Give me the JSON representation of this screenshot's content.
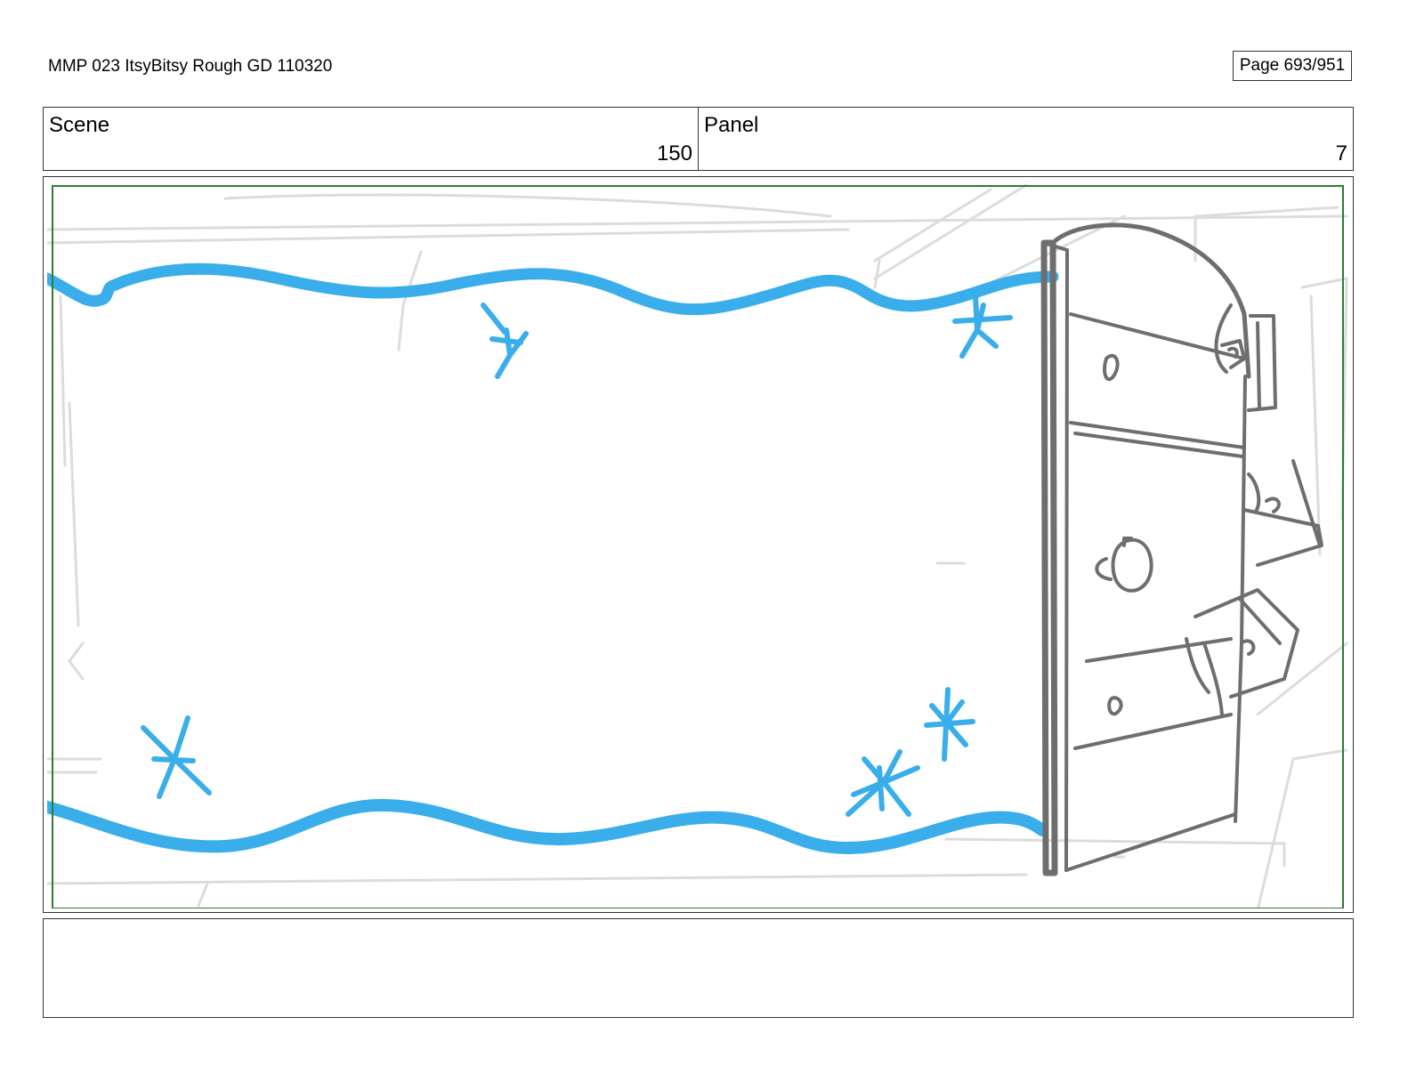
{
  "header": {
    "document_title": "MMP 023 ItsyBitsy Rough GD 110320",
    "page_label": "Page 693/951"
  },
  "info": {
    "scene_label": "Scene",
    "scene_number": "150",
    "panel_label": "Panel",
    "panel_number": "7"
  },
  "colors": {
    "ribbon": "#3AAEEB",
    "door_lines": "#6E6E6E",
    "background_sketch": "#DADADA",
    "safe_frame": "#2E7D32",
    "border": "#333333"
  },
  "notes": {
    "text": ""
  }
}
